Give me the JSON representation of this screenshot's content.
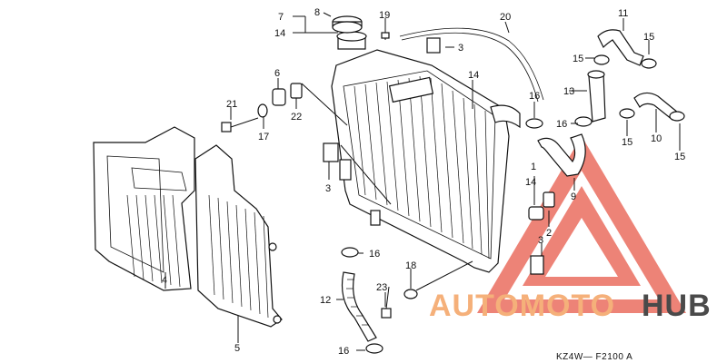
{
  "diagram": {
    "part_labels": {
      "p1": "1",
      "p2": "2",
      "p3a": "3",
      "p3b": "3",
      "p3c": "3",
      "p4": "4",
      "p5": "5",
      "p6": "6",
      "p7": "7",
      "p8": "8",
      "p9": "9",
      "p10": "10",
      "p11": "11",
      "p12": "12",
      "p13": "13",
      "p14a": "14",
      "p14b": "14",
      "p14c": "14",
      "p15a": "15",
      "p15b": "15",
      "p15c": "15",
      "p15d": "15",
      "p15e": "15",
      "p16a": "16",
      "p16b": "16",
      "p16c": "16",
      "p16d": "16",
      "p17": "17",
      "p18": "18",
      "p19": "19",
      "p20": "20",
      "p21": "21",
      "p22": "22",
      "p23": "23"
    },
    "diagram_code": "KZ4W— F2100 A"
  },
  "watermark": {
    "part1": "AUTOMOTO",
    "part2": "HUB",
    "color_light": "#f5b07a",
    "color_dark": "#4a4a4a",
    "triangle_color": "#e85a4a"
  }
}
